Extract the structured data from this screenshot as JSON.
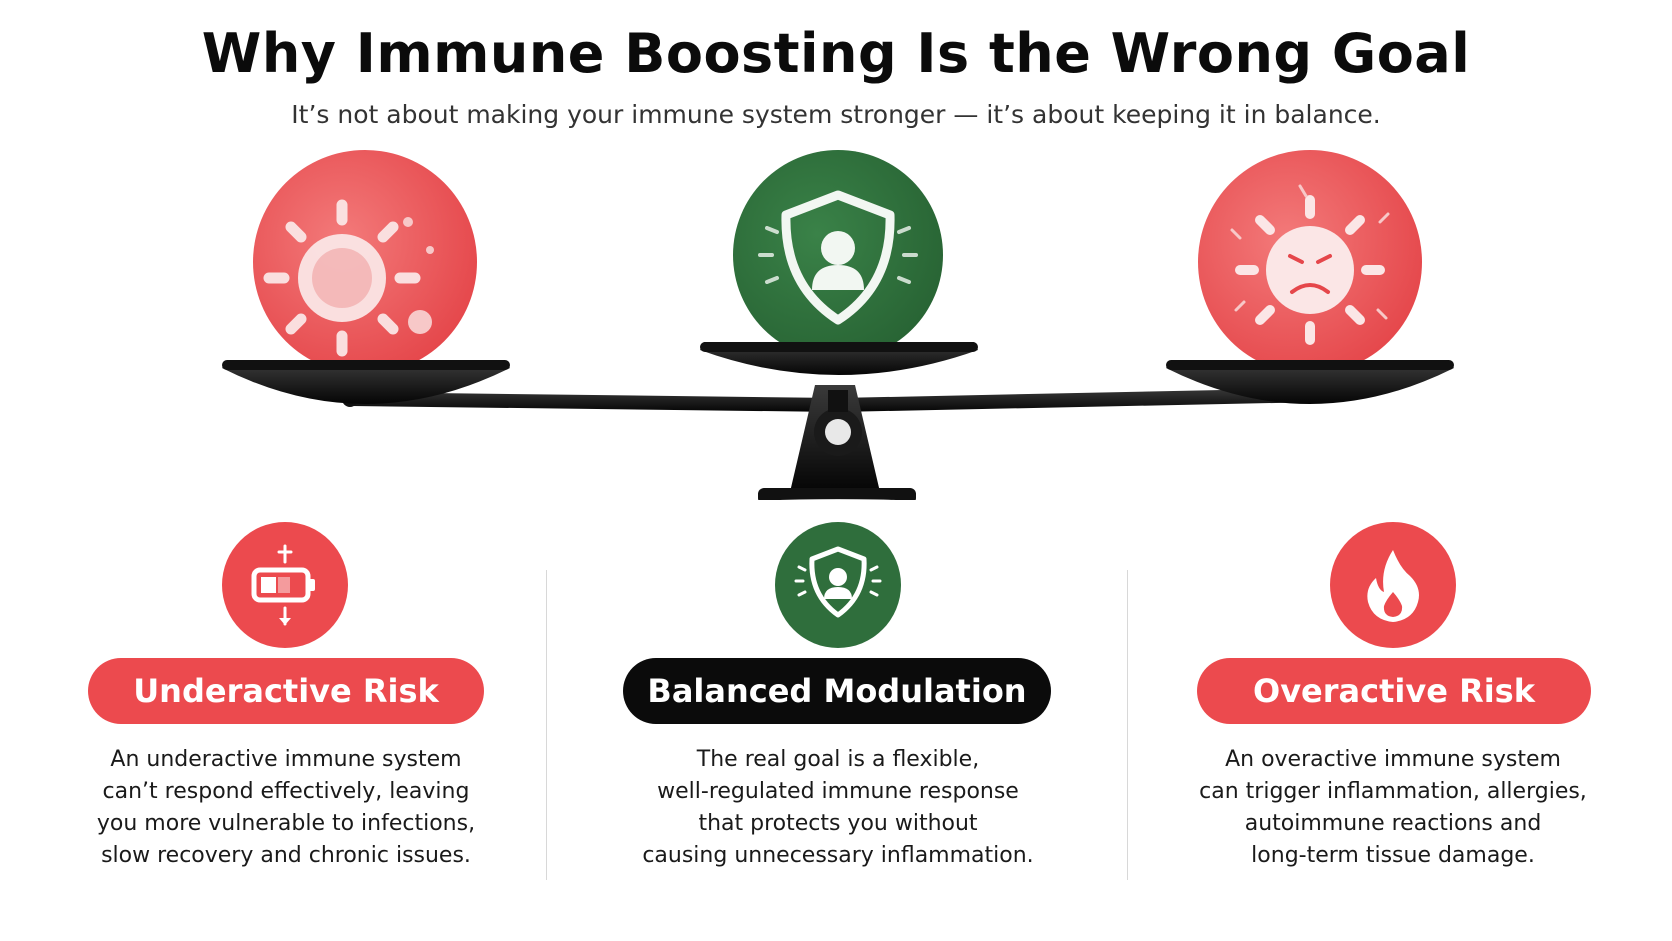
{
  "header": {
    "title": "Why Immune Boosting Is the Wrong Goal",
    "subtitle": "It’s not about making your immune system stronger — it’s about keeping it in balance."
  },
  "scale": {
    "left_orb_icon": "virus-cell-icon",
    "center_orb_icon": "shield-person-icon",
    "right_orb_icon": "angry-virus-icon"
  },
  "columns": [
    {
      "icon": "low-battery-icon",
      "label": "Underactive Risk",
      "lines": [
        "An underactive immune system",
        "can’t respond effectively, leaving",
        "you more vulnerable to infections,",
        "slow recovery and chronic issues."
      ]
    },
    {
      "icon": "shield-person-icon",
      "label": "Balanced Modulation",
      "lines": [
        "The real goal is a flexible,",
        "well-regulated immune response",
        "that protects you without",
        "causing unnecessary inflammation."
      ]
    },
    {
      "icon": "flame-icon",
      "label": "Overactive Risk",
      "lines": [
        "An overactive immune system",
        "can trigger inflammation, allergies,",
        "autoimmune reactions and",
        "long-term tissue damage."
      ]
    }
  ],
  "colors": {
    "risk_red": "#ec4a4e",
    "balance_green": "#2f6e3c",
    "scale_black": "#111111"
  }
}
